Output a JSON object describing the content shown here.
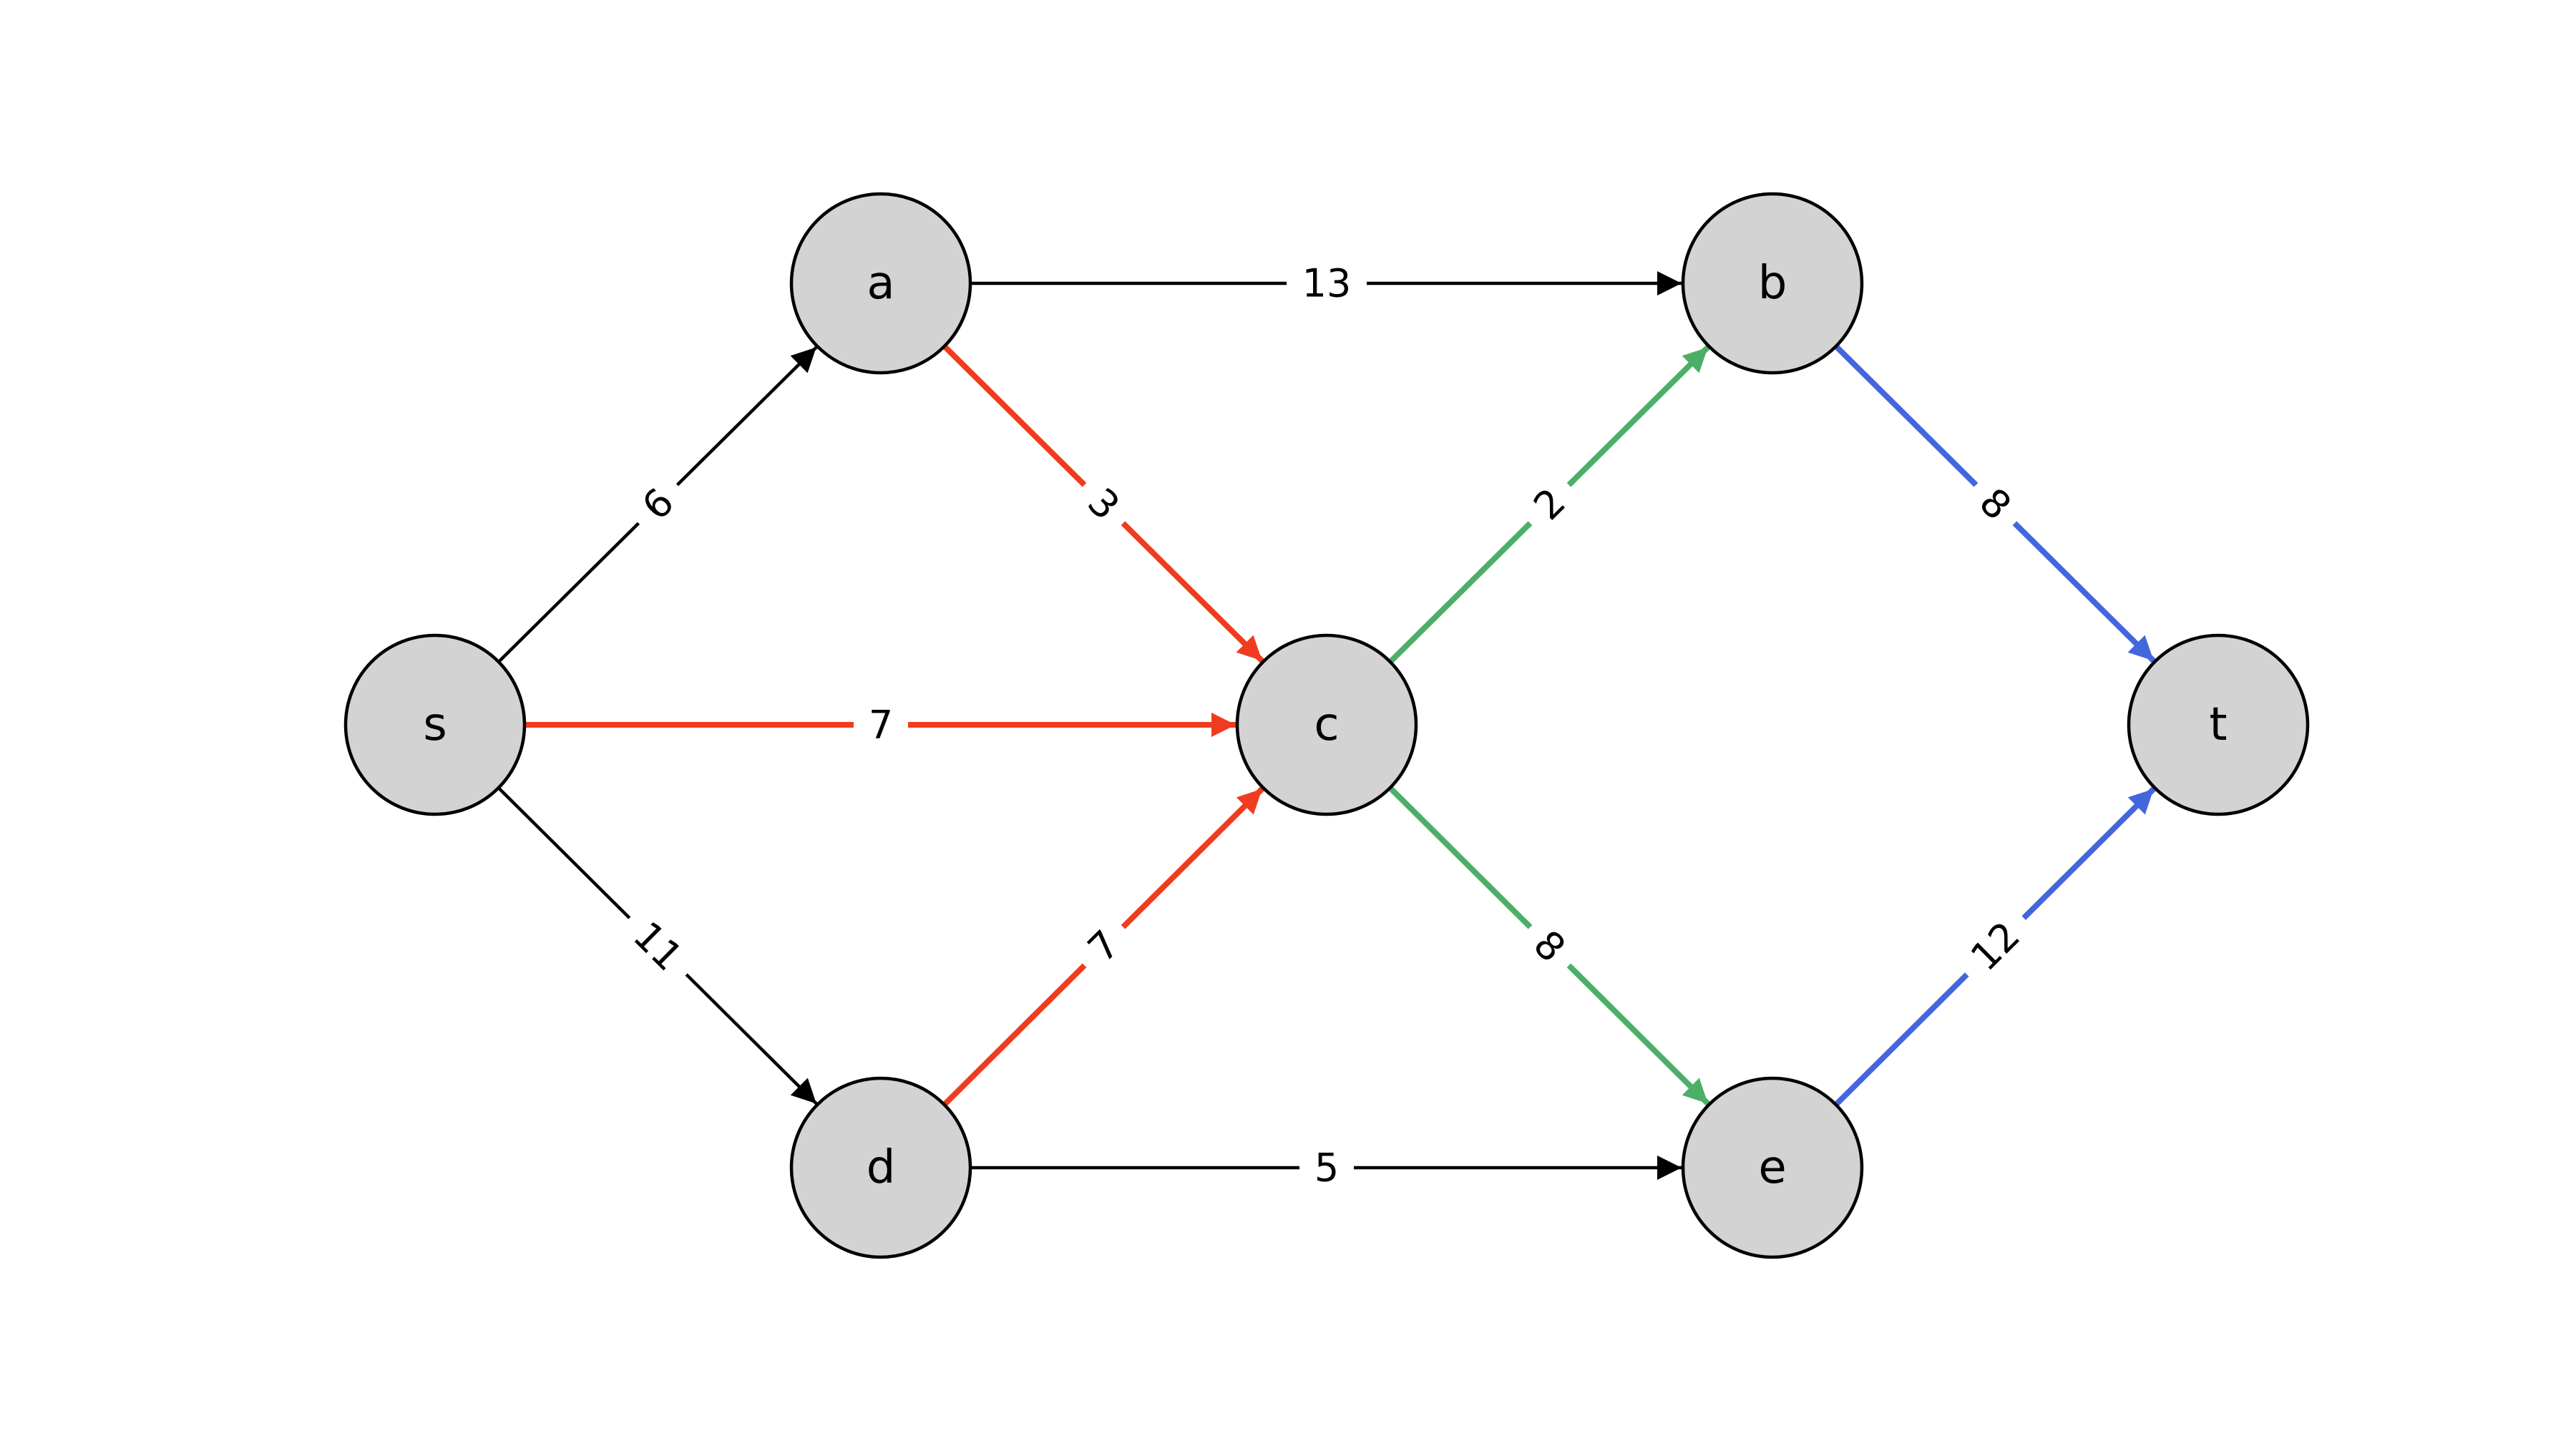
{
  "graph": {
    "nodes": [
      {
        "id": "s",
        "label": "s"
      },
      {
        "id": "a",
        "label": "a"
      },
      {
        "id": "c",
        "label": "c"
      },
      {
        "id": "d",
        "label": "d"
      },
      {
        "id": "b",
        "label": "b"
      },
      {
        "id": "e",
        "label": "e"
      },
      {
        "id": "t",
        "label": "t"
      }
    ],
    "edges": [
      {
        "from": "s",
        "to": "a",
        "label": "6",
        "color": "#000000"
      },
      {
        "from": "s",
        "to": "c",
        "label": "7",
        "color": "#f03c1e"
      },
      {
        "from": "s",
        "to": "d",
        "label": "11",
        "color": "#000000"
      },
      {
        "from": "a",
        "to": "b",
        "label": "13",
        "color": "#000000"
      },
      {
        "from": "a",
        "to": "c",
        "label": "3",
        "color": "#f03c1e"
      },
      {
        "from": "d",
        "to": "c",
        "label": "7",
        "color": "#f03c1e"
      },
      {
        "from": "d",
        "to": "e",
        "label": "5",
        "color": "#000000"
      },
      {
        "from": "c",
        "to": "b",
        "label": "2",
        "color": "#4caf68"
      },
      {
        "from": "c",
        "to": "e",
        "label": "8",
        "color": "#4caf68"
      },
      {
        "from": "b",
        "to": "t",
        "label": "8",
        "color": "#4466dd"
      },
      {
        "from": "e",
        "to": "t",
        "label": "12",
        "color": "#4466dd"
      }
    ]
  }
}
